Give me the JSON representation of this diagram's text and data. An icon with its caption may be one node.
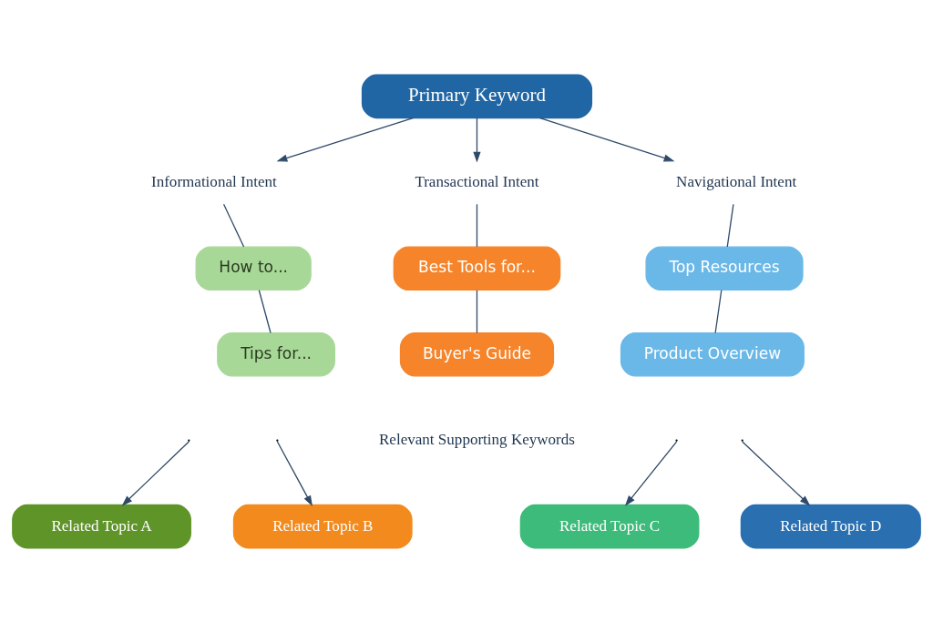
{
  "diagram": {
    "nodes": [
      {
        "text": [
          "Primary Keyword"
        ]
      },
      {
        "text": [
          "Informational Intent"
        ]
      },
      {
        "text": [
          "Transactional Intent"
        ]
      },
      {
        "text": [
          "Navigational Intent"
        ]
      },
      {
        "text": [
          "How to..."
        ]
      },
      {
        "text": [
          "Tips for..."
        ]
      },
      {
        "text": [
          "Best Tools for..."
        ]
      },
      {
        "text": [
          "Buyer's Guide"
        ]
      },
      {
        "text": [
          "Top Resources"
        ]
      },
      {
        "text": [
          "Product Overview"
        ]
      },
      {
        "text": [
          "Related Topic A"
        ]
      },
      {
        "text": [
          "Related Topic B"
        ]
      },
      {
        "text": [
          "Related Topic C"
        ]
      },
      {
        "text": [
          "Related Topic D"
        ]
      }
    ],
    "edges": [
      {
        "from": 0,
        "to": 1,
        "arrow": "to"
      },
      {
        "from": 0,
        "to": 2,
        "arrow": "to"
      },
      {
        "from": 0,
        "to": 3,
        "arrow": "to"
      },
      {
        "from": 1,
        "to": 4,
        "arrow": "none"
      },
      {
        "from": 4,
        "to": 5,
        "arrow": "none"
      },
      {
        "from": 2,
        "to": 6,
        "arrow": "none"
      },
      {
        "from": 6,
        "to": 7,
        "arrow": "none"
      },
      {
        "from": 3,
        "to": 8,
        "arrow": "none"
      },
      {
        "from": 8,
        "to": 9,
        "arrow": "none"
      },
      {
        "from": null,
        "to": 10,
        "arrow": "to"
      },
      {
        "from": null,
        "to": 11,
        "arrow": "to"
      },
      {
        "from": null,
        "to": 12,
        "arrow": "to"
      },
      {
        "from": null,
        "to": 13,
        "arrow": "to"
      }
    ],
    "labels": [
      "Relevant Supporting Keywords"
    ]
  }
}
